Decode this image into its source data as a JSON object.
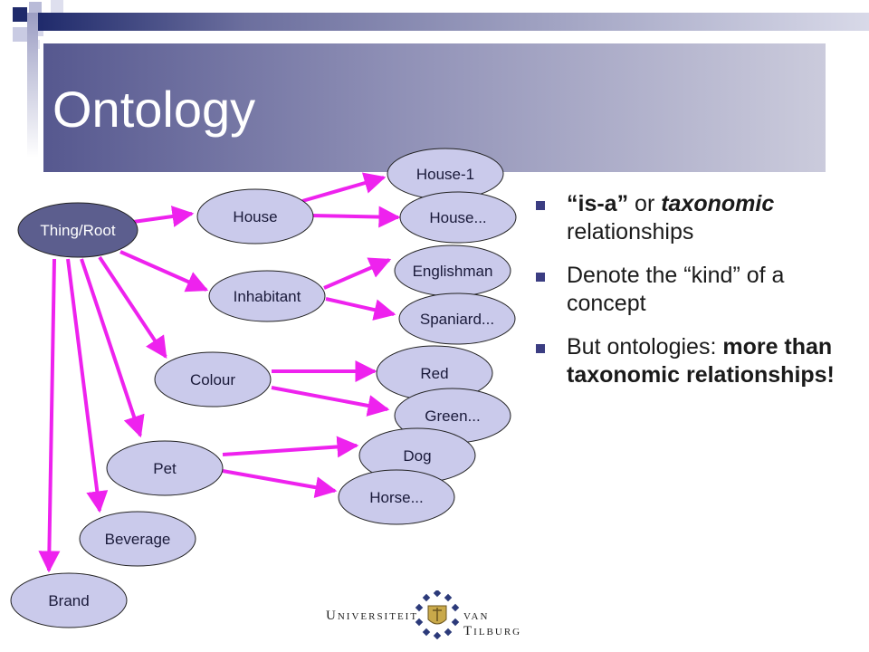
{
  "slide": {
    "title": "Ontology"
  },
  "diagram": {
    "nodes": {
      "root": "Thing/Root",
      "house": "House",
      "inhabitant": "Inhabitant",
      "colour": "Colour",
      "pet": "Pet",
      "beverage": "Beverage",
      "brand": "Brand",
      "house1": "House-1",
      "house_more": "House...",
      "englishman": "Englishman",
      "spaniard": "Spaniard...",
      "red": "Red",
      "green": "Green...",
      "dog": "Dog",
      "horse": "Horse..."
    }
  },
  "bullets": {
    "b1": {
      "q1": "“is-a”",
      "t1": " or ",
      "t2": "taxonomic",
      "t3": " relationships"
    },
    "b2": {
      "text": "Denote the “kind” of a concept"
    },
    "b3": {
      "t1": "But ontologies: ",
      "t2": "more than taxonomic relationships!"
    }
  },
  "logo": {
    "left": "Universiteit",
    "right": "van Tilburg"
  },
  "colors": {
    "edge": "#ee22ee",
    "node_fill": "#cacaeb",
    "root_fill": "#5c5e8e",
    "title_bar": "#6b6d9e",
    "bullet": "#3b3d82"
  }
}
